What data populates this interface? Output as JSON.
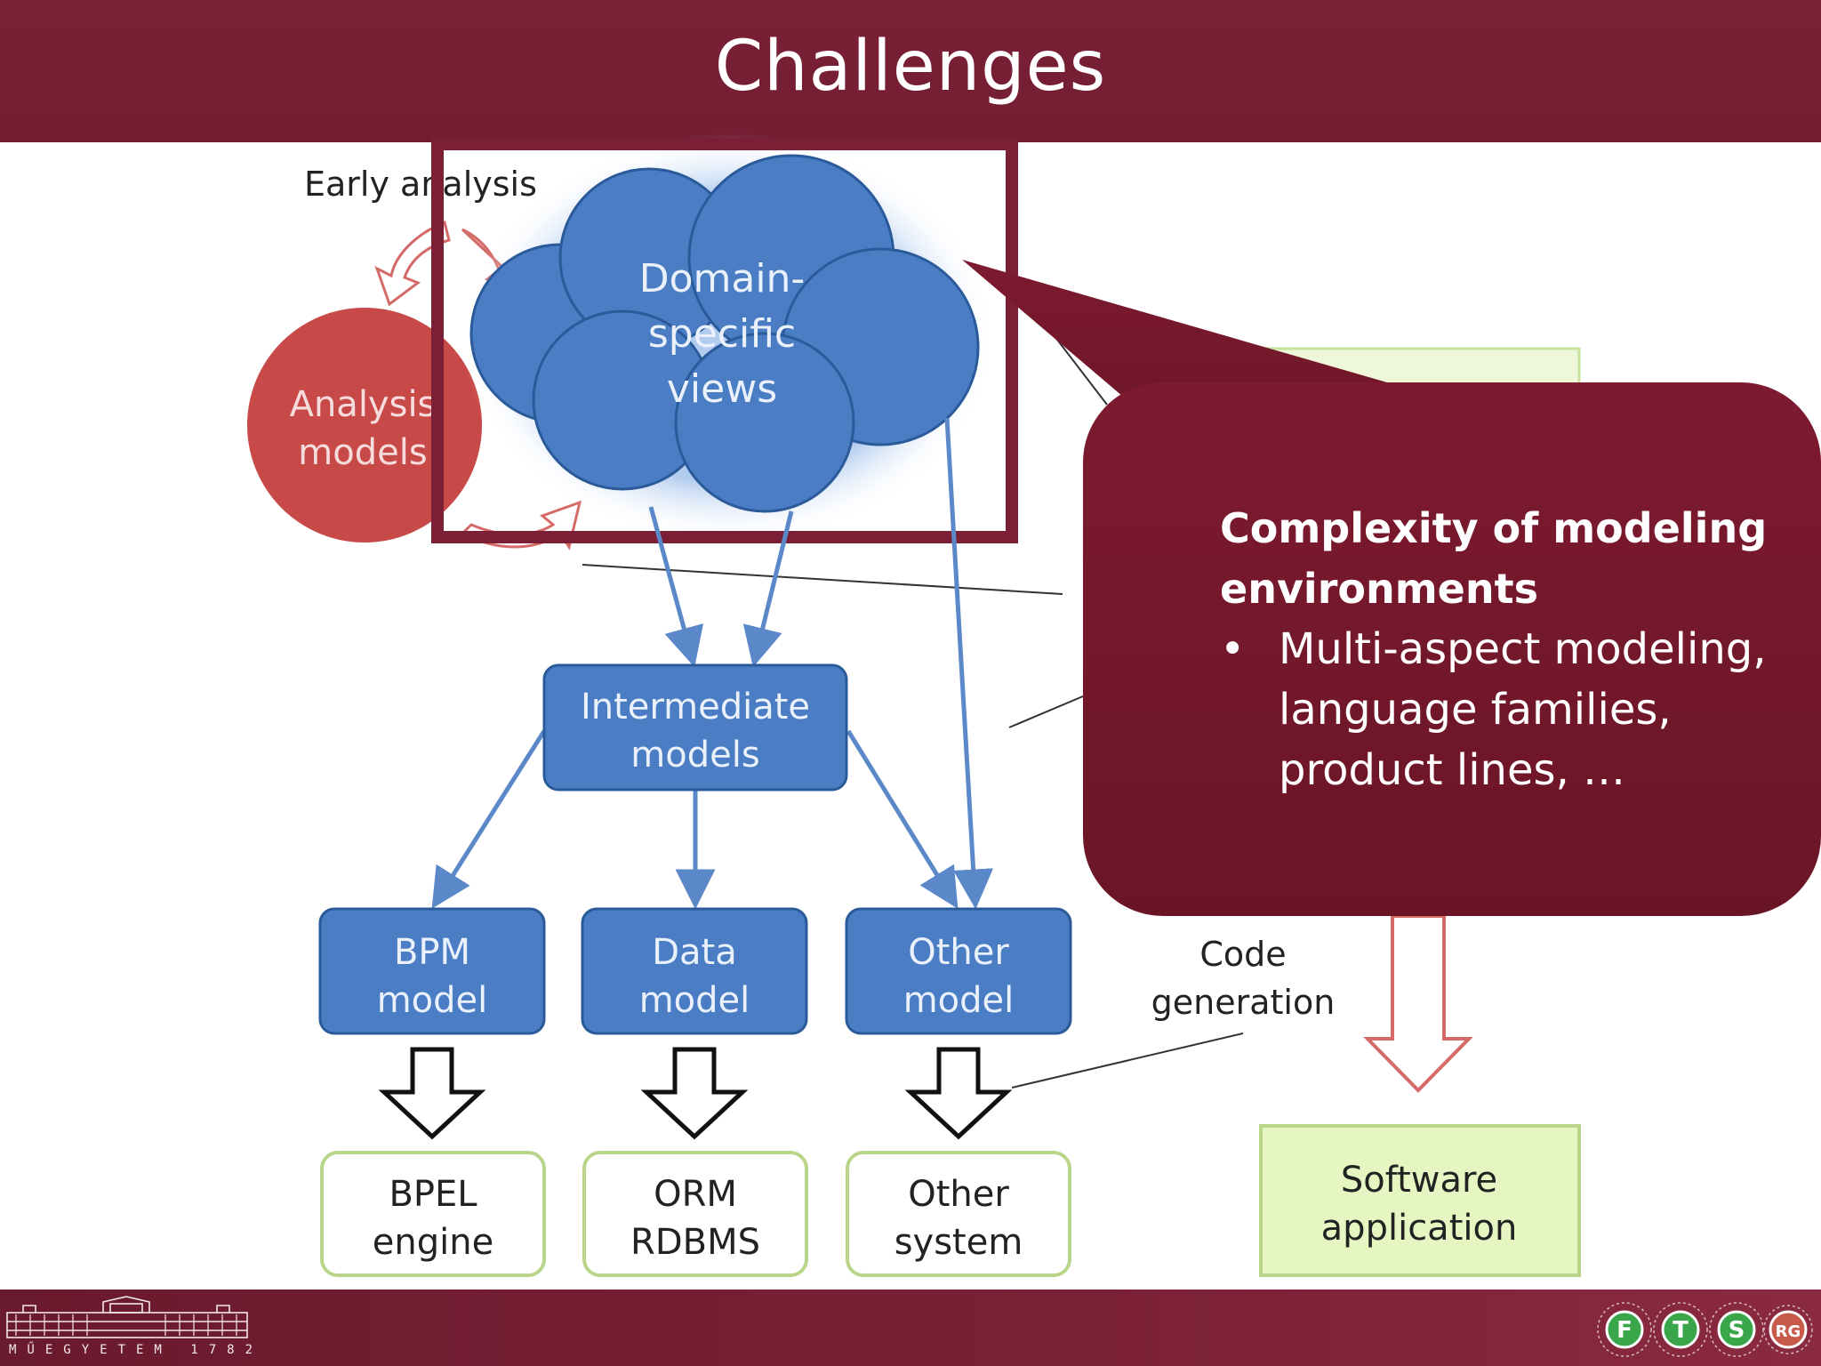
{
  "slide": {
    "title": "Challenges"
  },
  "diagram": {
    "early_analysis": "Early analysis",
    "analysis_models": [
      "Analysis",
      "models"
    ],
    "domain_views": [
      "Domain-",
      "specific",
      "views"
    ],
    "intermediate": [
      "Intermediate",
      "models"
    ],
    "models": [
      {
        "label": [
          "BPM",
          "model"
        ]
      },
      {
        "label": [
          "Data",
          "model"
        ]
      },
      {
        "label": [
          "Other",
          "model"
        ]
      }
    ],
    "targets": [
      {
        "label": [
          "BPEL",
          "engine"
        ]
      },
      {
        "label": [
          "ORM",
          "RDBMS"
        ]
      },
      {
        "label": [
          "Other",
          "system"
        ]
      }
    ],
    "code_generation": [
      "Code",
      "generation"
    ],
    "software_app": [
      "Software",
      "application"
    ]
  },
  "callout": {
    "heading": "Complexity of modeling environments",
    "bullets": [
      "Multi-aspect modeling, language families, product lines, …"
    ]
  },
  "footer": {
    "university_text": "MŰEGYETEM 1782",
    "logo_letters": [
      "F",
      "T",
      "S",
      "RG"
    ]
  },
  "colors": {
    "brand": "#7a2036",
    "node_blue": "#4a7dc4",
    "analysis_red": "#c84a48",
    "target_border": "#b8d58a",
    "app_fill": "#e6f6c2"
  }
}
